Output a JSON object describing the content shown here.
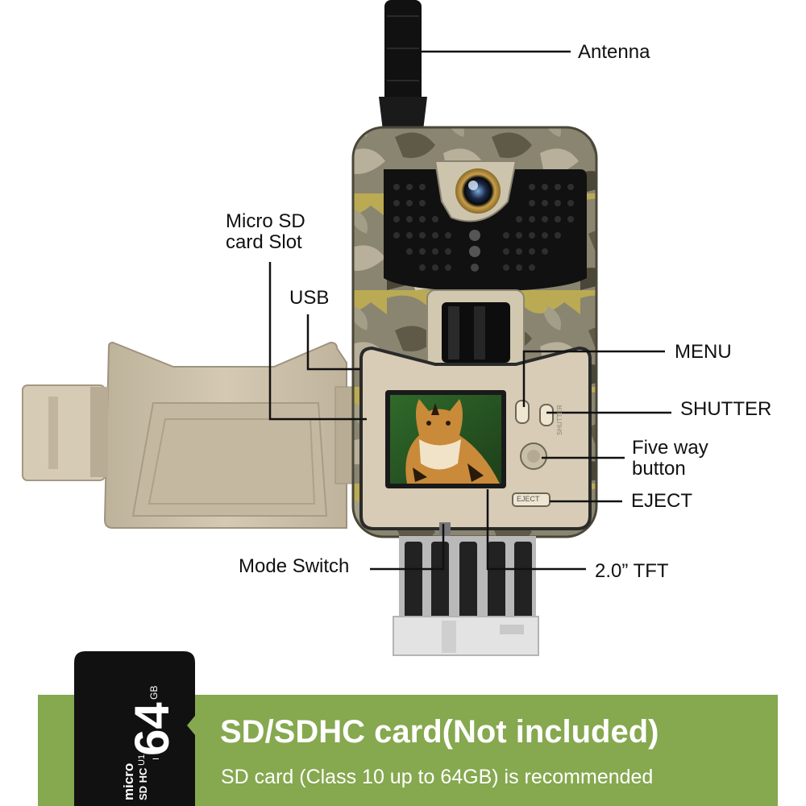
{
  "labels": {
    "antenna": "Antenna",
    "sd_slot_line1": "Micro SD",
    "sd_slot_line2": "card Slot",
    "usb": "USB",
    "menu": "MENU",
    "shutter": "SHUTTER",
    "five_way_line1": "Five way",
    "five_way_line2": "button",
    "eject": "EJECT",
    "mode_switch": "Mode Switch",
    "tft": "2.0” TFT"
  },
  "device": {
    "eject_button_label": "EJECT",
    "shutter_button_label": "SHUTTER"
  },
  "sdcard": {
    "capacity": "64",
    "unit": "GB",
    "brand": "micro",
    "speed_class": "U1",
    "bus": "I",
    "logo": "SD HC"
  },
  "banner": {
    "title": "SD/SDHC card(Not included)",
    "subtitle": "SD card (Class 10 up to 64GB) is recommended"
  },
  "colors": {
    "banner": "#86a84f",
    "camo_body": "#8a8570",
    "camo_yellow": "#c9b64a",
    "housing": "#cdc1aa",
    "panel": "#d8ccb6",
    "ir_panel": "#111111",
    "sdcard": "#111111"
  }
}
